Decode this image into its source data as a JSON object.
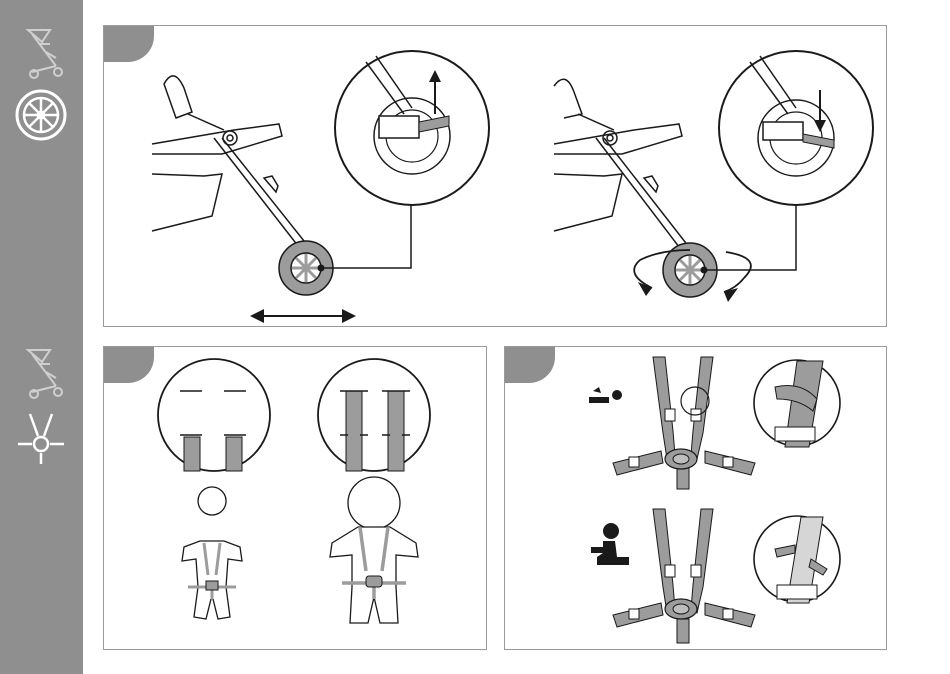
{
  "document": {
    "type": "instruction-manual-page",
    "sidebar_icons": [
      "stroller-outline-icon",
      "wheel-icon",
      "stroller-outline-icon",
      "lamp-icon"
    ],
    "panels": [
      {
        "id": "wheel-lock-panel",
        "icons": [
          "stroller-wheel-icon",
          "zoom-circle-icon",
          "double-arrow-icon",
          "rotate-arrows-icon"
        ]
      },
      {
        "id": "harness-height-panel",
        "icons": [
          "harness-slot-icon",
          "child-silhouette-icon"
        ]
      },
      {
        "id": "harness-adjust-panel",
        "icons": [
          "lying-baby-icon",
          "sitting-child-icon",
          "buckle-icon"
        ]
      }
    ],
    "colors": {
      "sidebar": "#8f8f8f",
      "strap": "#9c9c9c",
      "line": "#1a1a1a",
      "border": "#9a9a9a"
    }
  }
}
